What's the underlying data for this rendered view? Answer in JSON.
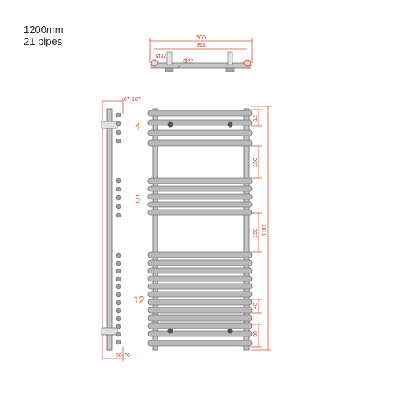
{
  "spec": {
    "model": "1200mm",
    "pipes": "21 pipes"
  },
  "top_view": {
    "width_total": "500",
    "width_centers": "455",
    "diameter_rail": "Ø32",
    "diameter_pipe": "Ø22"
  },
  "side_view": {
    "depth_top": "87-107",
    "depth_bottom": "50-70"
  },
  "groups": [
    {
      "label": "4",
      "count": 4
    },
    {
      "label": "5",
      "count": 5
    },
    {
      "label": "12",
      "count": 12
    }
  ],
  "front_dims": {
    "top_gap": "12",
    "gap_upper": "190",
    "gap_lower": "190",
    "total_height": "1182",
    "pitch": "40",
    "bottom_gap": "30"
  }
}
